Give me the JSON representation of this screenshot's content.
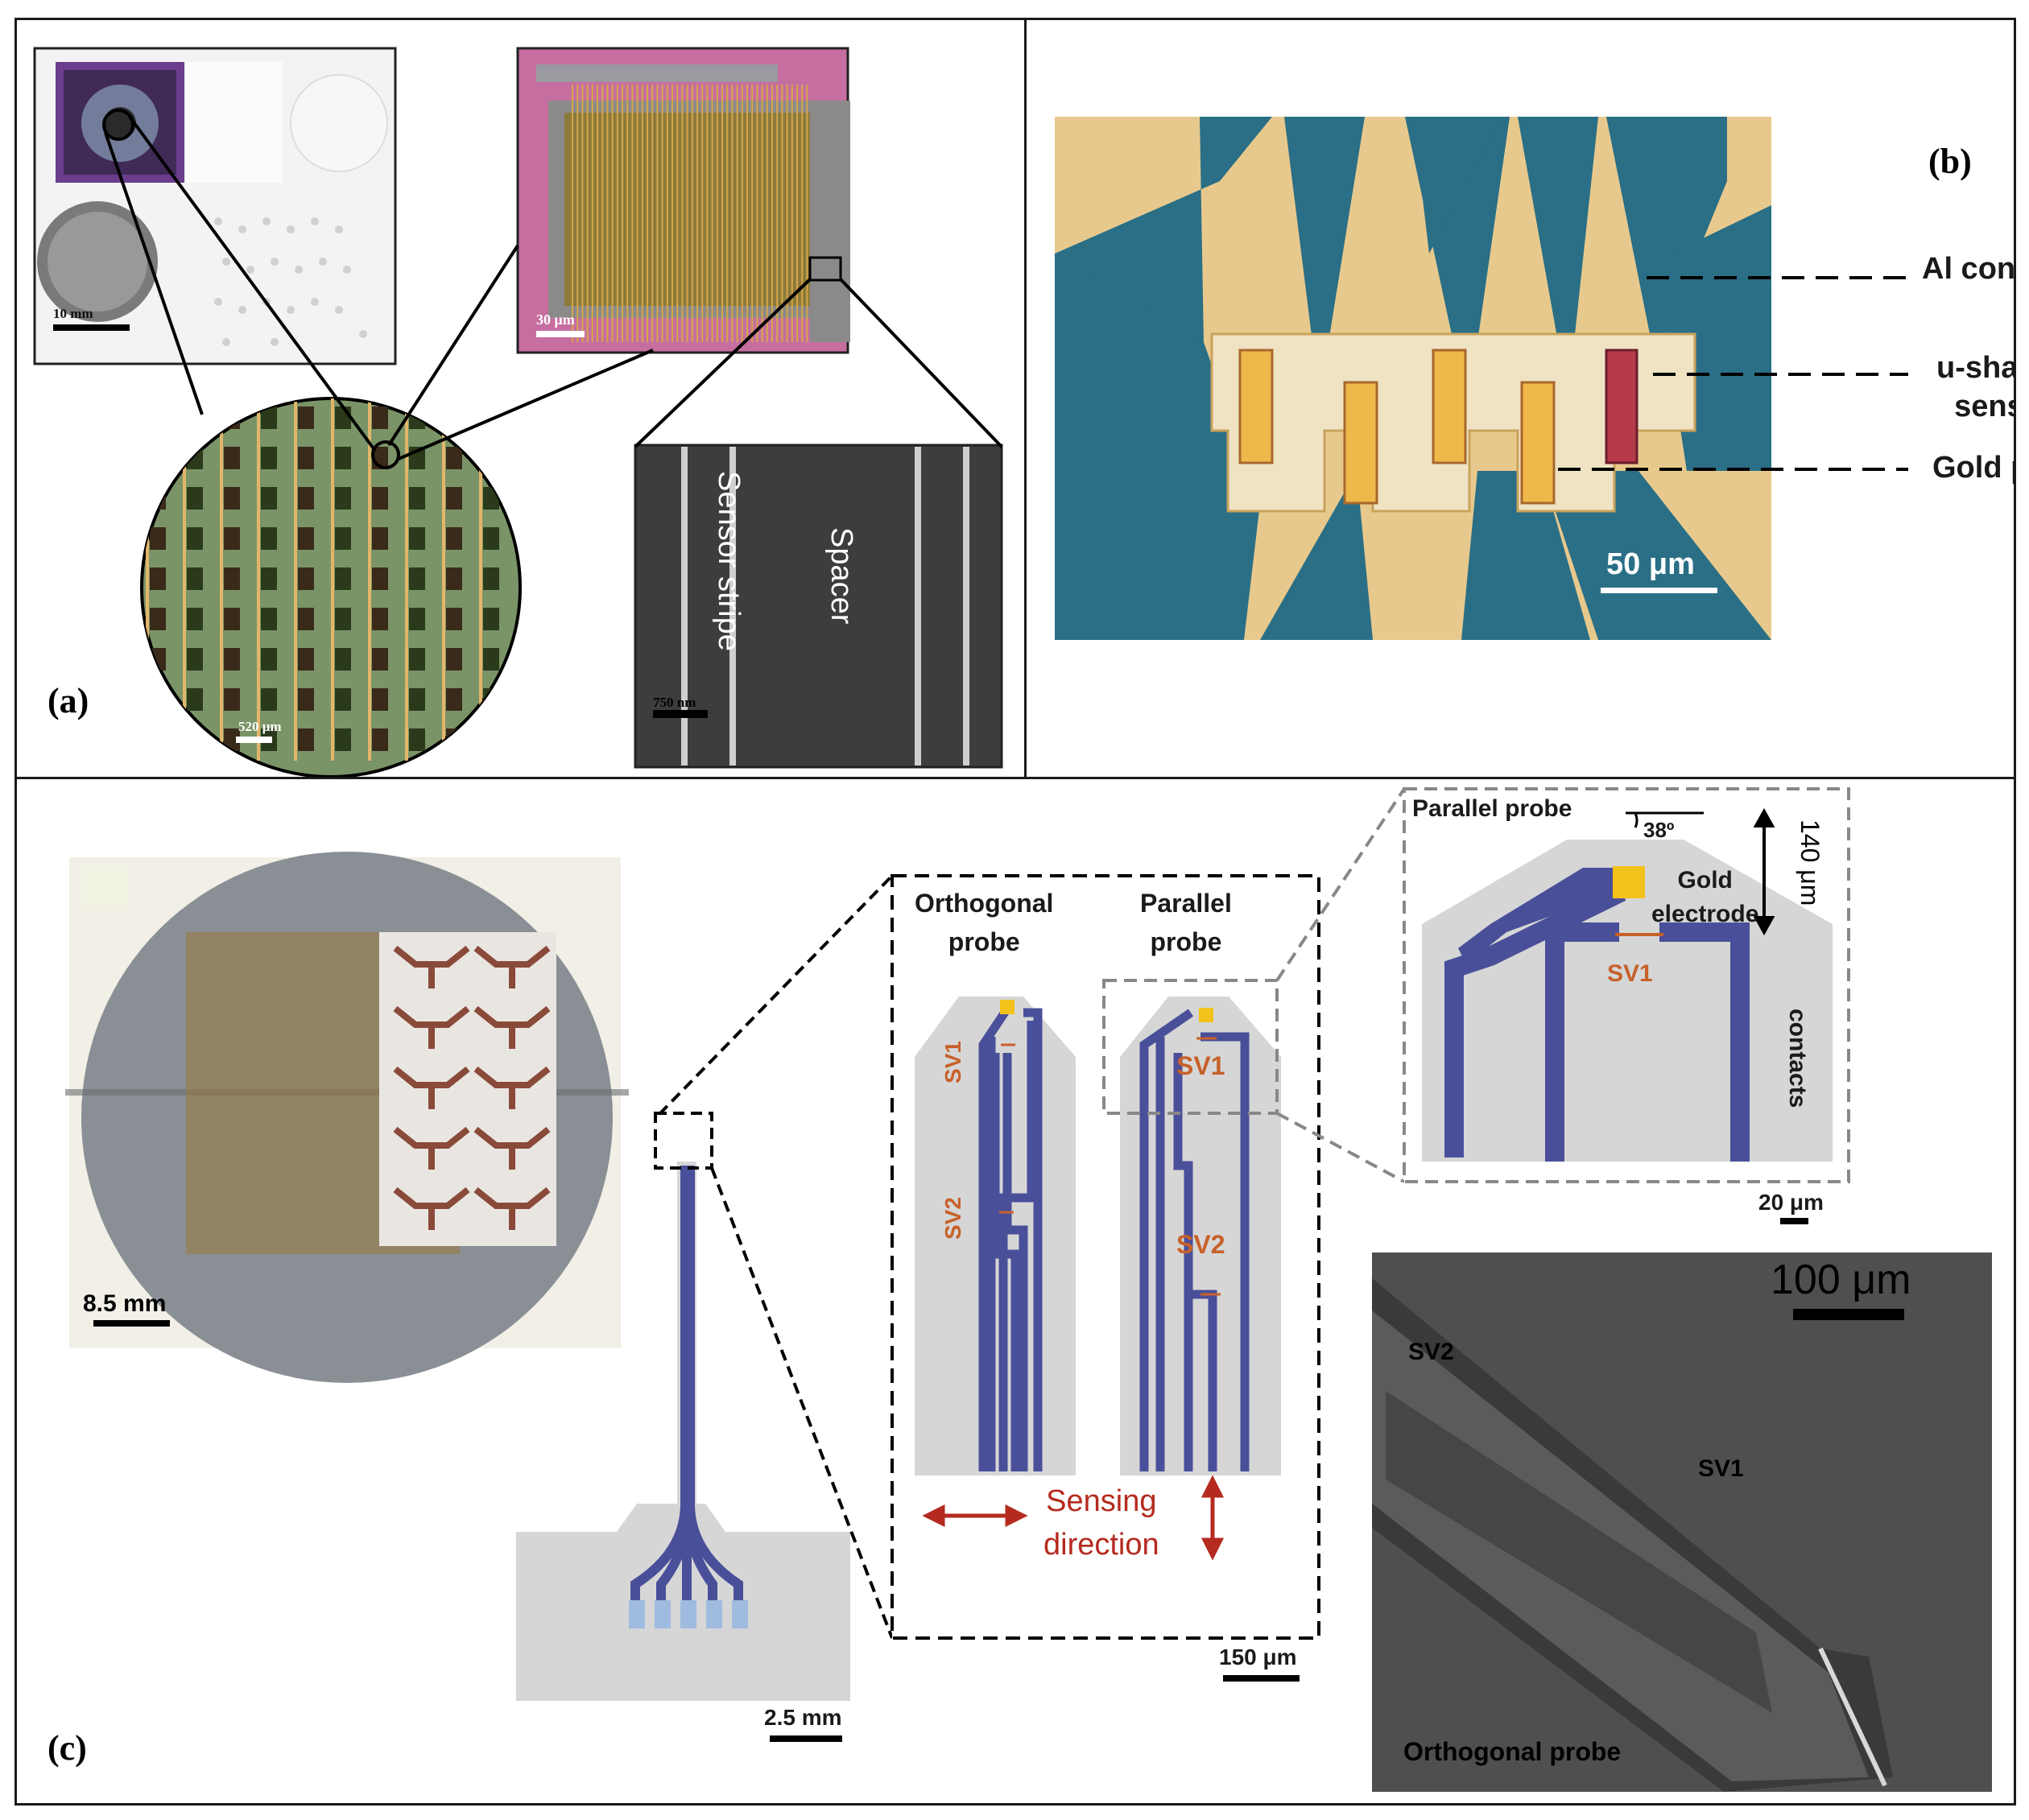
{
  "panels": {
    "a": {
      "label": "(a)"
    },
    "b": {
      "label": "(b)"
    },
    "c": {
      "label": "(c)"
    }
  },
  "panel_a": {
    "chip_photo": {
      "scale": "10 mm"
    },
    "sensor_array": {
      "scale": "30 μm"
    },
    "sem_image": {
      "scale": "750 nm",
      "sensor_label": "Sensor stripe",
      "spacer_label": "Spacer"
    },
    "wafer_zoom": {
      "scale": "520 μm"
    }
  },
  "panel_b": {
    "annotations": [
      "Al contacts",
      "u-shaped\nsensor",
      "Gold pad"
    ],
    "scale": "50 μm"
  },
  "panel_c": {
    "wafer_photo": {
      "scale": "8.5 mm"
    },
    "probe_outline": {
      "scale": "2.5 mm"
    },
    "probe_detail": {
      "orthogonal_title": "Orthogonal\nprobe",
      "parallel_title": "Parallel\nprobe",
      "sv1": "SV1",
      "sv2": "SV2",
      "sensing_label": "Sensing\ndirection",
      "scale": "150 μm"
    },
    "parallel_zoom": {
      "title": "Parallel probe",
      "angle": "38º",
      "height": "140 μm",
      "electrode": "Gold\nelectrode",
      "sv1": "SV1",
      "contacts": "contacts",
      "scale": "20 μm"
    },
    "sem_probe": {
      "scale": "100 μm",
      "sv2": "SV2",
      "sv1": "SV1",
      "caption": "Orthogonal probe"
    }
  },
  "colors": {
    "trace_blue": "#4a4f9a",
    "sv_orange": "#c7612a",
    "arrow_red": "#b52a1f",
    "gold": "#f2c21a",
    "probe_gray": "#d6d6d6",
    "optical_blue": "#2a6f86",
    "optical_gold": "#e8c98d"
  }
}
